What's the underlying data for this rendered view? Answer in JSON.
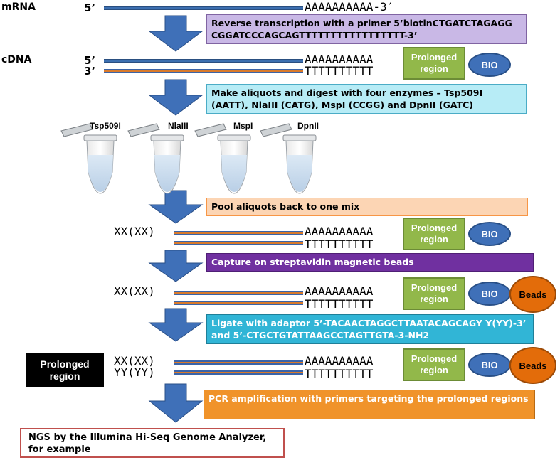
{
  "rows": {
    "mrna": {
      "label": "mRNA",
      "five_prime": "5’",
      "polyA": "AAAAAAAAAA-3′"
    },
    "cdna": {
      "label": "cDNA",
      "five_prime": "5’",
      "three_prime": "3’",
      "top_seq": "AAAAAAAAAA",
      "bottom_seq": "TTTTTTTTTT"
    },
    "pooled": {
      "prefix": "XX(XX)",
      "top_seq": "AAAAAAAAAA",
      "bottom_seq": "TTTTTTTTTT"
    },
    "captured": {
      "prefix": "XX(XX)",
      "top_seq": "AAAAAAAAAA",
      "bottom_seq": "TTTTTTTTTT"
    },
    "ligated": {
      "prefix_top": "XX(XX)",
      "prefix_bottom": "YY(YY)",
      "top_seq": "AAAAAAAAAA",
      "bottom_seq": "TTTTTTTTTT"
    }
  },
  "labels": {
    "prolonged_region": "Prolonged region",
    "prolonged_line1": "Prolonged",
    "prolonged_line2": "region",
    "bio": "BIO",
    "beads": "Beads"
  },
  "steps": {
    "reverse_transcription": "Reverse transcription with a primer 5’biotinCTGATCTAGAGG CGGATCCCAGCAGTTTTTTTTTTTTTTTTT-3’",
    "digest": "Make aliquots and digest with four enzymes – Tsp509I (AATT), NlaIII (CATG), MspI (CCGG) and DpnII (GATC)",
    "pool": "Pool aliquots back to one mix",
    "capture": "Capture on streptavidin magnetic beads",
    "ligate": "Ligate with adaptor 5’-TACAACTAGGCTTAATACAGCAGY Y(YY)-3’ and 5’-CTGCTGTATTAAGCCTAGTTGTA-3-NH2",
    "pcr": "PCR amplification with primers targeting the prolonged regions",
    "ngs": "NGS by the Illumina Hi-Seq Genome Analyzer, for example"
  },
  "enzymes": [
    "Tsp509I",
    "NlaIII",
    "MspI",
    "DpnII"
  ],
  "colors": {
    "arrow": "#3f70b8",
    "rt_box": "#c9b8e6",
    "digest_box": "#b7ecf6",
    "pool_box": "#fcd5b4",
    "capture_box": "#7030a0",
    "ligate_box": "#31b5d6",
    "pcr_box": "#f0932a",
    "ngs_border": "#c0504d",
    "prolonged": "#92b84a",
    "bio": "#3f70b8",
    "beads": "#e36c0a"
  }
}
